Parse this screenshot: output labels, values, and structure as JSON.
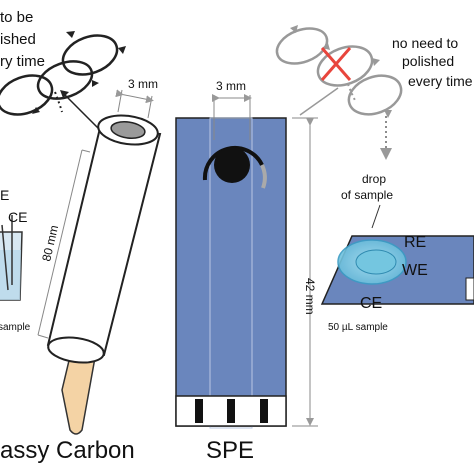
{
  "texts": {
    "left_note_lines": [
      "to be",
      "ished",
      "ry time"
    ],
    "right_note_lines": [
      "no need to",
      "polished",
      "every time"
    ],
    "glassy_carbon_label": "assy Carbon",
    "spe_label": "SPE",
    "gc_diameter": "3 mm",
    "gc_length": "80 mm",
    "spe_diameter": "3 mm",
    "spe_length": "42 mm",
    "drop_label_lines": [
      "drop",
      "of sample"
    ],
    "left_re": "E",
    "left_ce": "CE",
    "left_sample": "sample",
    "right_re": "RE",
    "right_we": "WE",
    "right_ce": "CE",
    "right_sample": "50 µL sample"
  },
  "colors": {
    "spe_body": "#6a86bd",
    "rod_tip": "#f4d3a5",
    "cross": "#e8453c",
    "drop": "#6cc3e0",
    "arrow_dark": "#222222",
    "arrow_gray": "#999999"
  }
}
